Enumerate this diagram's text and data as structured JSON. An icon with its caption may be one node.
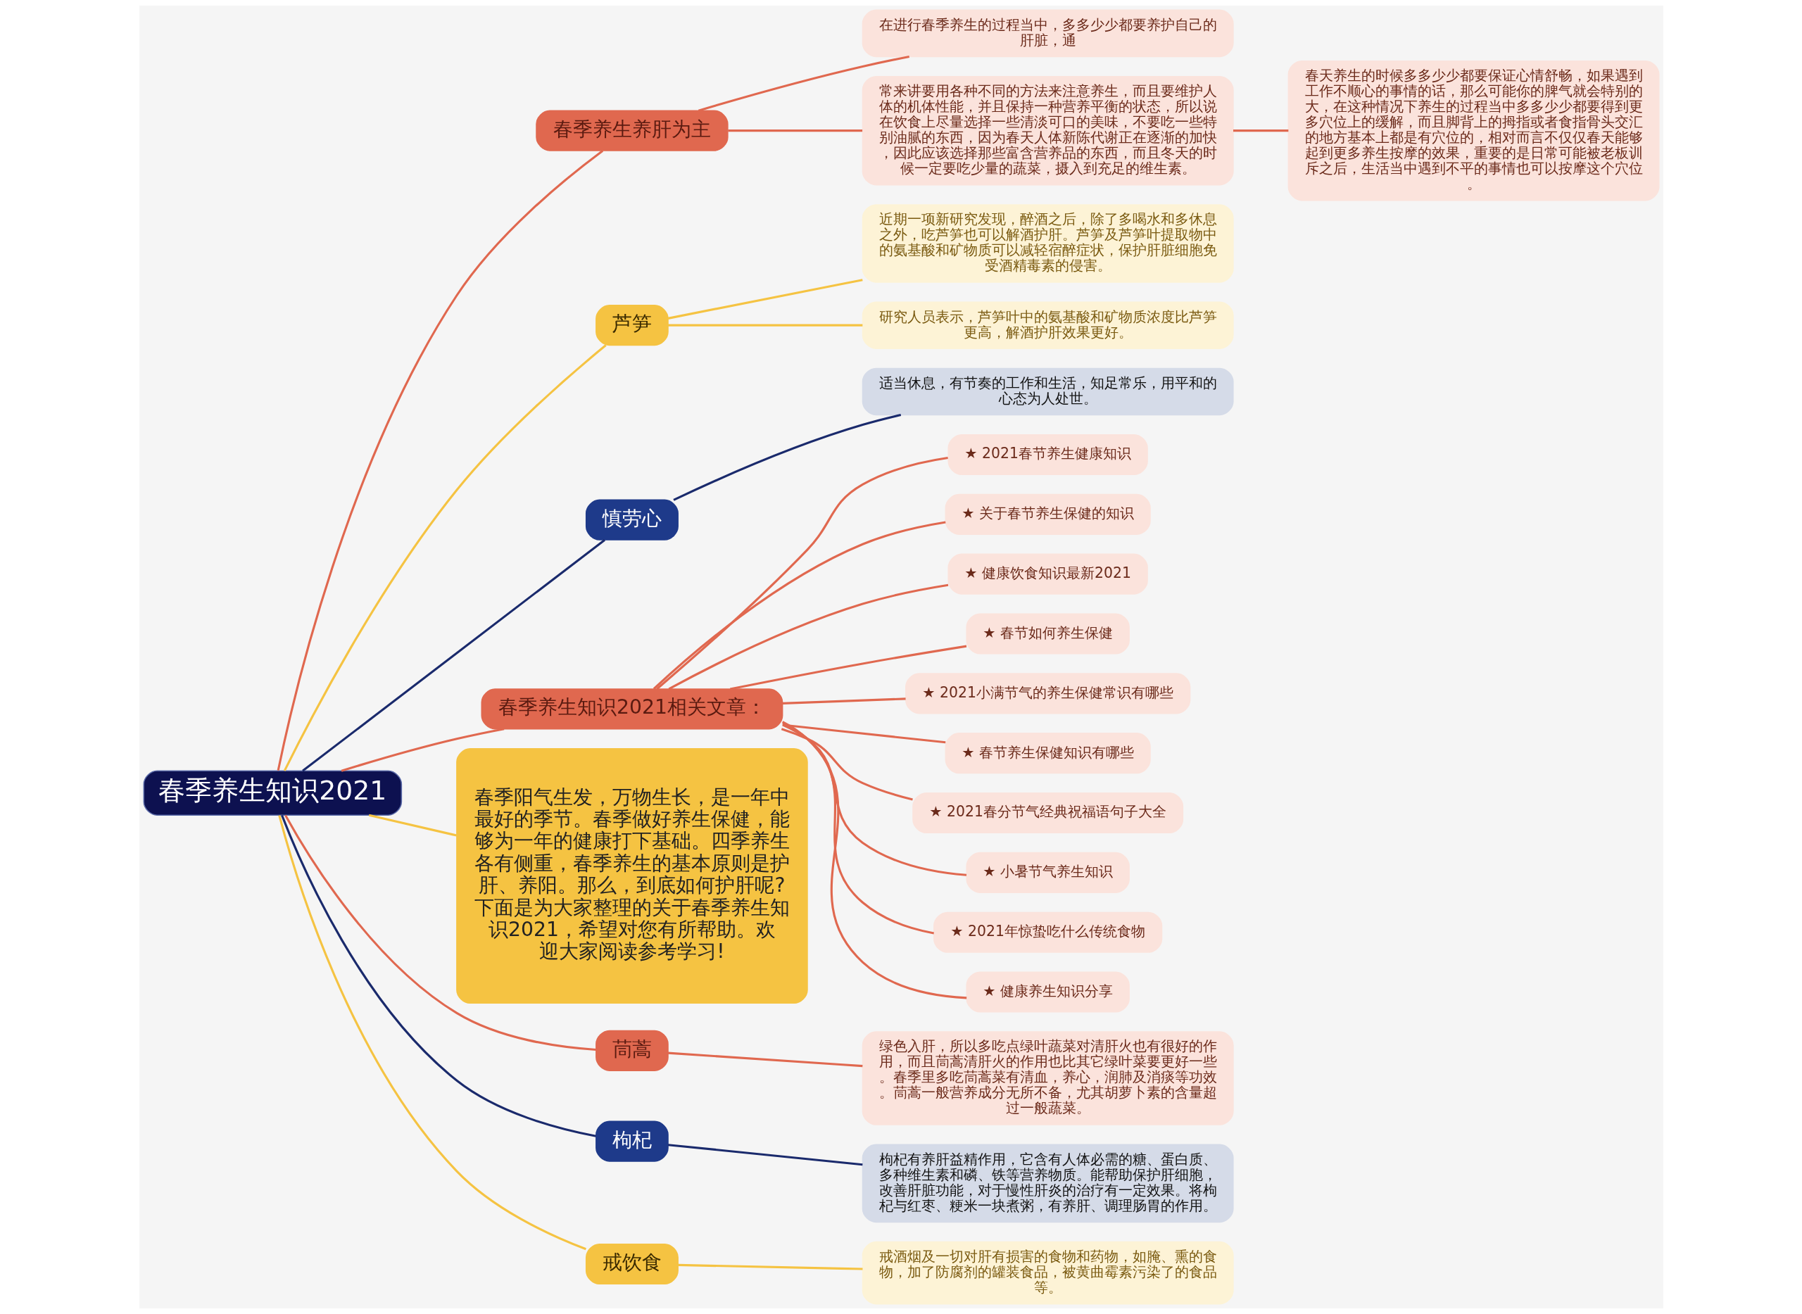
{
  "diagram": {
    "nodes": [
      {
        "text": [
          "春季养生知识2021"
        ]
      },
      {
        "text": [
          "春季养生养肝为主"
        ]
      },
      {
        "text": [
          "在进行春季养生的过程当中，多多少少都要养护自己的肝脏，通"
        ]
      },
      {
        "text": [
          "常来讲要用各种不同的方法来注意养生，而且要维护人体的机体性能，并且保持一种营养平衡的状态，所以说在饮食上尽量选择一些清淡可口的美味，不要吃一些特别油腻的东西，因为春天人体新陈代谢正在逐渐的加快，因此应该选择那些富含营养品的东西，而且冬天的时候一定要吃少量的蔬菜，摄入到充足的维生素。"
        ]
      },
      {
        "text": [
          "春天养生的时候多多少少都要保证心情舒畅，如果遇到工作不顺心的事情的话，那么可能你的脾气就会特别的大，在这种情况下养生的过程当中多多少少都要得到更多穴位上的缓解，而且脚背上的拇指或者食指骨头交汇的地方基本上都是有穴位的，相对而言不仅仅春天能够起到更多养生按摩的效果，重要的是日常可能被老板训斥之后，生活当中遇到不平的事情也可以按摩这个穴位。"
        ]
      },
      {
        "text": [
          "芦笋"
        ]
      },
      {
        "text": [
          "近期一项新研究发现，醉酒之后，除了多喝水和多休息之外，吃芦笋也可以解酒护肝。芦笋及芦笋叶提取物中的氨基酸和矿物质可以减轻宿醉症状，保护肝脏细胞免受酒精毒素的侵害。"
        ]
      },
      {
        "text": [
          "研究人员表示，芦笋叶中的氨基酸和矿物质浓度比芦笋更高，解酒护肝效果更好。"
        ]
      },
      {
        "text": [
          "慎劳心"
        ]
      },
      {
        "text": [
          "适当休息，有节奏的工作和生活，知足常乐，用平和的心态为人处世。"
        ]
      },
      {
        "text": [
          "春季养生知识2021相关文章："
        ]
      },
      {
        "text": [
          "★ 2021春节养生健康知识"
        ]
      },
      {
        "text": [
          "★ 关于春节养生保健的知识"
        ]
      },
      {
        "text": [
          "★ 健康饮食知识最新2021"
        ]
      },
      {
        "text": [
          "★ 春节如何养生保健"
        ]
      },
      {
        "text": [
          "★ 2021小满节气的养生保健常识有哪些"
        ]
      },
      {
        "text": [
          "★ 春节养生保健知识有哪些"
        ]
      },
      {
        "text": [
          "★ 2021春分节气经典祝福语句子大全"
        ]
      },
      {
        "text": [
          "★ 小暑节气养生知识"
        ]
      },
      {
        "text": [
          "★ 2021年惊蛰吃什么传统食物"
        ]
      },
      {
        "text": [
          "★ 健康养生知识分享"
        ]
      },
      {
        "text": [
          "春季阳气生发，万物生长，是一年中最好的季节。春季做好养生保健，能够为一年的健康打下基础。四季养生各有侧重，春季养生的基本原则是护肝、养阳。那么，到底如何护肝呢?下面是为大家整理的关于春季养生知识2021，希望对您有所帮助。欢迎大家阅读参考学习!"
        ]
      },
      {
        "text": [
          "茼蒿"
        ]
      },
      {
        "text": [
          "绿色入肝，所以多吃点绿叶蔬菜对清肝火也有很好的作用，而且茼蒿清肝火的作用也比其它绿叶菜要更好一些。春季里多吃茼蒿菜有清血，养心，润肺及消痰等功效。茼蒿一般营养成分无所不备，尤其胡萝卜素的含量超过一般蔬菜。"
        ]
      },
      {
        "text": [
          "枸杞"
        ]
      },
      {
        "text": [
          "枸杞有养肝益精作用，它含有人体必需的糖、蛋白质、多种维生素和磷、铁等营养物质。能帮助保护肝细胞，改善肝脏功能，对于慢性肝炎的治疗有一定效果。将枸杞与红枣、粳米一块煮粥，有养肝、调理肠胃的作用。"
        ]
      },
      {
        "text": [
          "戒饮食"
        ]
      },
      {
        "text": [
          "戒酒烟及一切对肝有损害的食物和药物，如腌、熏的食物，加了防腐剂的罐装食品，被黄曲霉素污染了的食品等。"
        ]
      }
    ],
    "edges": [
      {
        "from": 0,
        "to": 1,
        "arrow": "none"
      },
      {
        "from": 1,
        "to": 2,
        "arrow": "none"
      },
      {
        "from": 1,
        "to": 3,
        "arrow": "none"
      },
      {
        "from": 3,
        "to": 4,
        "arrow": "none"
      },
      {
        "from": 0,
        "to": 5,
        "arrow": "none",
        "color": "#f5c342"
      },
      {
        "from": 5,
        "to": 6,
        "arrow": "none",
        "color": "#f5c342"
      },
      {
        "from": 5,
        "to": 7,
        "arrow": "none",
        "color": "#f5c342"
      },
      {
        "from": 0,
        "to": 8,
        "arrow": "none",
        "color": "#1a2a6c"
      },
      {
        "from": 8,
        "to": 9,
        "arrow": "none",
        "color": "#1a2a6c"
      },
      {
        "from": 0,
        "to": 10,
        "arrow": "none"
      },
      {
        "from": 10,
        "to": 11,
        "arrow": "none"
      },
      {
        "from": 10,
        "to": 12,
        "arrow": "none"
      },
      {
        "from": 10,
        "to": 13,
        "arrow": "none"
      },
      {
        "from": 10,
        "to": 14,
        "arrow": "none"
      },
      {
        "from": 10,
        "to": 15,
        "arrow": "none"
      },
      {
        "from": 10,
        "to": 16,
        "arrow": "none"
      },
      {
        "from": 10,
        "to": 17,
        "arrow": "none"
      },
      {
        "from": 10,
        "to": 18,
        "arrow": "none"
      },
      {
        "from": 10,
        "to": 19,
        "arrow": "none"
      },
      {
        "from": 10,
        "to": 20,
        "arrow": "none"
      },
      {
        "from": 0,
        "to": 21,
        "arrow": "none",
        "color": "#f5c342"
      },
      {
        "from": 0,
        "to": 22,
        "arrow": "none"
      },
      {
        "from": 22,
        "to": 23,
        "arrow": "none"
      },
      {
        "from": 0,
        "to": 24,
        "arrow": "none",
        "color": "#1a2a6c"
      },
      {
        "from": 24,
        "to": 25,
        "arrow": "none",
        "color": "#1a2a6c"
      },
      {
        "from": 0,
        "to": 26,
        "arrow": "none",
        "color": "#f5c342"
      },
      {
        "from": 26,
        "to": 27,
        "arrow": "none",
        "color": "#f5c342"
      }
    ]
  }
}
